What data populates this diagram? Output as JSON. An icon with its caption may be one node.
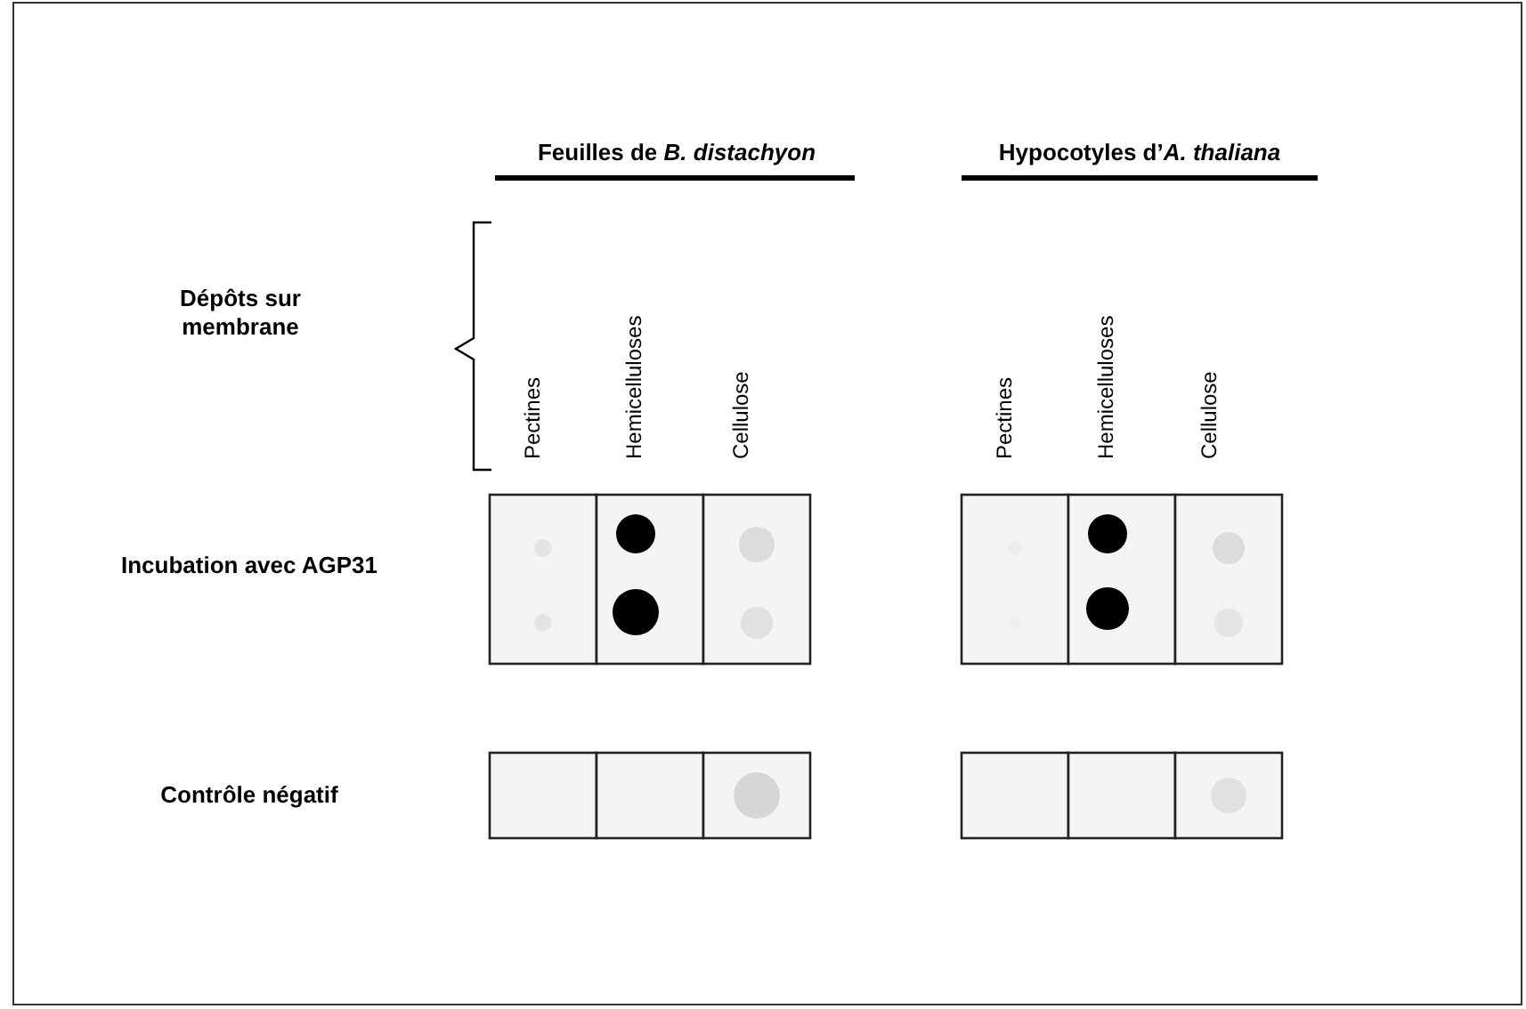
{
  "diagram": {
    "labels": [
      "Feuilles de *B. distachyon*",
      "Hypocotyles d’*A. thaliana*",
      "Dépôts sur membrane",
      "Pectines",
      "Hemicelluloses",
      "Cellulose",
      "Pectines",
      "Hemicelluloses",
      "Cellulose",
      "Incubation avec AGP31",
      "Contrôle négatif"
    ]
  }
}
